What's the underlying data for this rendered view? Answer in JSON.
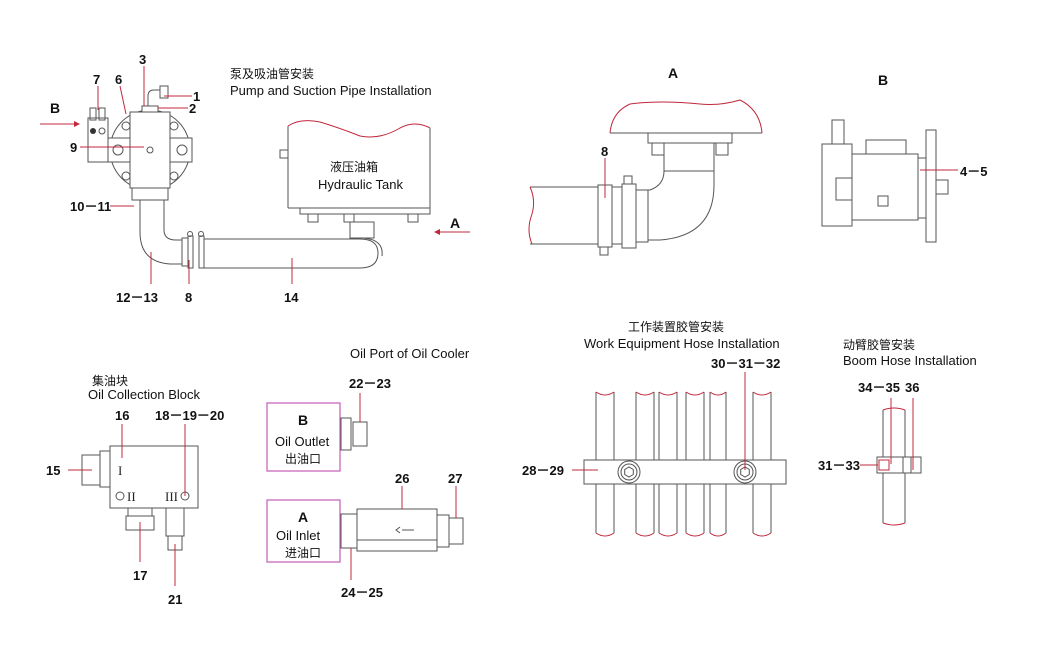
{
  "sections": {
    "pump": {
      "title_cn": "泵及吸油管安装",
      "title_en": "Pump and Suction Pipe Installation",
      "view_b_arrow": "B",
      "view_a_arrow": "A",
      "tank_cn": "液压油箱",
      "tank_en": "Hydraulic Tank",
      "callouts": [
        "1",
        "2",
        "3",
        "6",
        "7",
        "9",
        "10－11",
        "12－13",
        "8",
        "14"
      ]
    },
    "view_a": {
      "title": "A",
      "callouts": [
        "8"
      ]
    },
    "view_b": {
      "title": "B",
      "callouts": [
        "4－5"
      ]
    },
    "collection_block": {
      "title_cn": "集油块",
      "title_en": "Oil Collection Block",
      "port_labels": [
        "I",
        "II",
        "III"
      ],
      "callouts": [
        "15",
        "16",
        "18－19－20",
        "17",
        "21"
      ]
    },
    "oil_cooler": {
      "title_en": "Oil Port of Oil Cooler",
      "outlet": {
        "letter": "B",
        "en": "Oil Outlet",
        "cn": "出油口"
      },
      "inlet": {
        "letter": "A",
        "en": "Oil Inlet",
        "cn": "进油口"
      },
      "callouts": [
        "22－23",
        "26",
        "27",
        "24－25"
      ]
    },
    "work_hose": {
      "title_cn": "工作装置胶管安装",
      "title_en": "Work Equipment Hose Installation",
      "callouts": [
        "30－31－32",
        "28－29"
      ]
    },
    "boom_hose": {
      "title_cn": "动臂胶管安装",
      "title_en": "Boom Hose Installation",
      "callouts": [
        "34－35",
        "36",
        "31－33"
      ]
    }
  },
  "colors": {
    "leader": "#c0283b",
    "linework": "#555555",
    "port_box": "#c45ab8"
  }
}
